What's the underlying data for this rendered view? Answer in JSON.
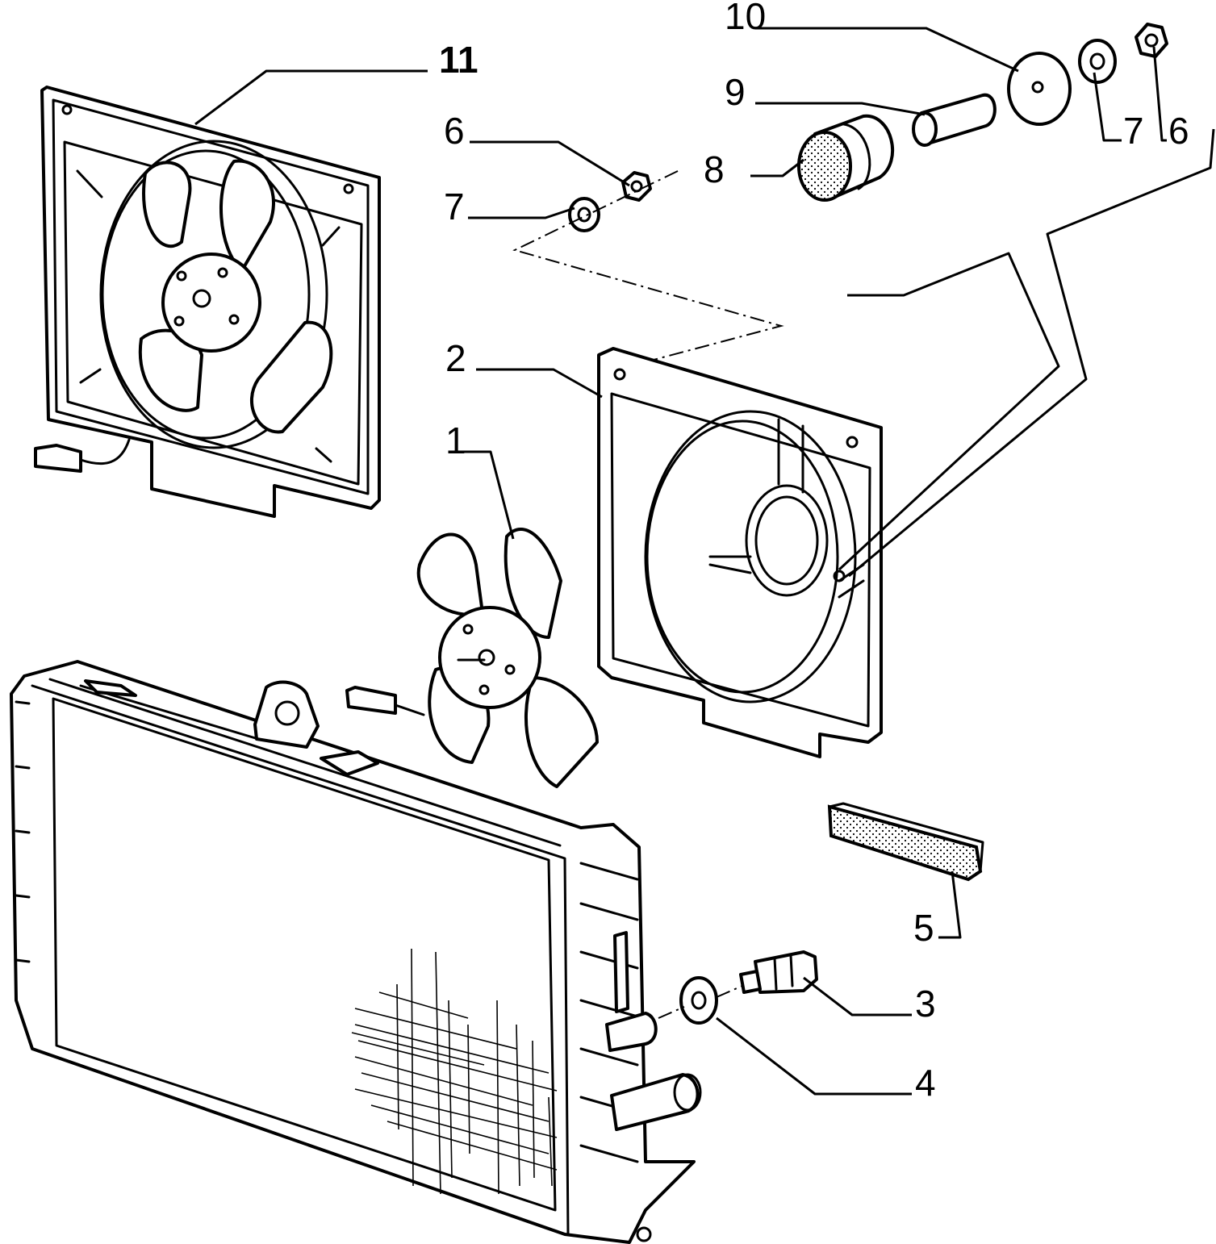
{
  "diagram": {
    "callouts": [
      {
        "id": "label-1",
        "text": "1"
      },
      {
        "id": "label-2",
        "text": "2"
      },
      {
        "id": "label-3",
        "text": "3"
      },
      {
        "id": "label-4",
        "text": "4"
      },
      {
        "id": "label-5",
        "text": "5"
      },
      {
        "id": "label-6-upper-right",
        "text": "6"
      },
      {
        "id": "label-6-left",
        "text": "6"
      },
      {
        "id": "label-7-upper-right",
        "text": "7"
      },
      {
        "id": "label-7-left",
        "text": "7"
      },
      {
        "id": "label-8",
        "text": "8"
      },
      {
        "id": "label-9",
        "text": "9"
      },
      {
        "id": "label-10",
        "text": "10"
      },
      {
        "id": "label-11",
        "text": "11"
      }
    ]
  }
}
